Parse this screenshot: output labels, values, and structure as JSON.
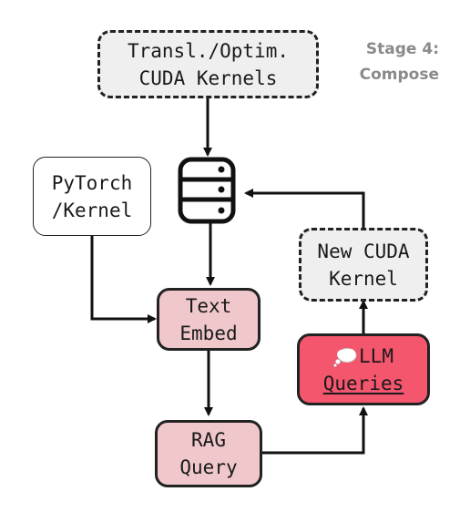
{
  "stage": {
    "line1": "Stage 4:",
    "line2": "Compose"
  },
  "nodes": {
    "kernels_store": {
      "line1": "Transl./Optim.",
      "line2": "CUDA Kernels"
    },
    "pytorch": {
      "line1": "PyTorch",
      "line2": "/Kernel"
    },
    "text_embed": {
      "line1": "Text",
      "line2": "Embed"
    },
    "new_cuda": {
      "line1": "New CUDA",
      "line2": "Kernel"
    },
    "llm": {
      "line1": "LLM",
      "line2": "Queries",
      "icon": "thought-bubble-icon"
    },
    "rag": {
      "line1": "RAG",
      "line2": "Query"
    }
  },
  "icons": {
    "database": "database-icon"
  },
  "colors": {
    "dashed_fill": "#efefef",
    "pink_fill": "#f0c8cc",
    "red_fill": "#f4566e",
    "stroke": "#222222",
    "stage_text": "#8a8a8a"
  }
}
